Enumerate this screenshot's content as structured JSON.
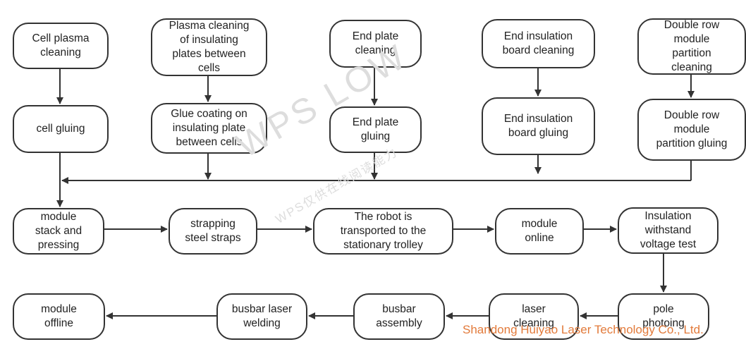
{
  "nodes": {
    "cell_plasma_cleaning": "Cell plasma\ncleaning",
    "plate_plasma_cleaning": "Plasma cleaning\nof insulating\nplates between\ncells",
    "end_plate_cleaning": "End plate\ncleaning",
    "end_insulation_board_cleaning": "End insulation\nboard cleaning",
    "double_row_partition_cleaning": "Double row\nmodule\npartition\ncleaning",
    "cell_gluing": "cell gluing",
    "glue_coating_insulating_plate": "Glue coating on\ninsulating plate\nbetween cells",
    "end_plate_gluing": "End plate\ngluing",
    "end_insulation_board_gluing": "End insulation\nboard gluing",
    "double_row_partition_gluing": "Double row\nmodule\npartition gluing",
    "module_stack_pressing": "module\nstack and\npressing",
    "strapping_steel_straps": "strapping\nsteel straps",
    "robot_transport": "The robot is\ntransported to the\nstationary trolley",
    "module_online": "module\nonline",
    "insulation_withstand_test": "Insulation\nwithstand\nvoltage test",
    "pole_photoing": "pole\nphotoing",
    "laser_cleaning": "laser\ncleaning",
    "busbar_assembly": "busbar\nassembly",
    "busbar_laser_welding": "busbar laser\nwelding",
    "module_offline": "module\noffline"
  },
  "watermark": {
    "main": "WPS LOW",
    "sub": "WPS仅供在线阅读能力"
  },
  "credit": "Shandong Huiyao Laser Technology Co., Ltd.",
  "colors": {
    "stroke": "#333333",
    "credit": "#e27a3a",
    "watermark": "#dddddd"
  }
}
